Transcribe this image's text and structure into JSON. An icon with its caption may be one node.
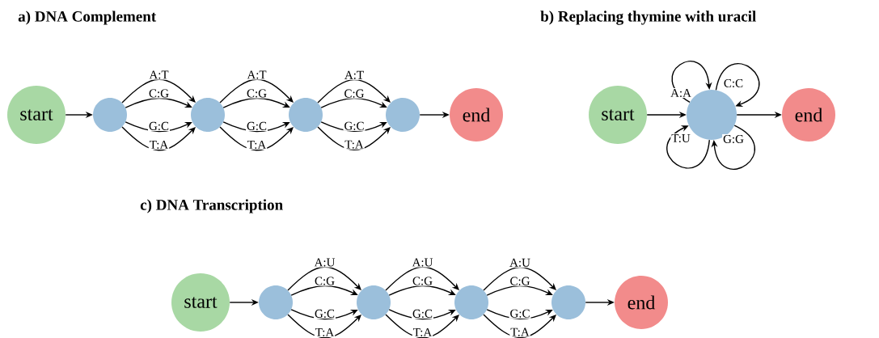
{
  "diagram": {
    "nodes": [
      {
        "text": [
          "start"
        ]
      },
      {
        "text": [],
        "shape": "circle"
      },
      {
        "text": [],
        "shape": "circle"
      },
      {
        "text": [],
        "shape": "circle"
      },
      {
        "text": [],
        "shape": "circle"
      },
      {
        "text": [
          "end"
        ]
      },
      {
        "text": [
          "start"
        ]
      },
      {
        "text": [],
        "shape": "circle"
      },
      {
        "text": [
          "end"
        ]
      },
      {
        "text": [
          "start"
        ]
      },
      {
        "text": [],
        "shape": "circle"
      },
      {
        "text": [],
        "shape": "circle"
      },
      {
        "text": [],
        "shape": "circle"
      },
      {
        "text": [],
        "shape": "circle"
      },
      {
        "text": [
          "end"
        ]
      }
    ],
    "edges": [
      {
        "from": 0,
        "to": 1,
        "arrow": "to"
      },
      {
        "from": 1,
        "to": 2,
        "arrow": "to",
        "label": "A:T"
      },
      {
        "from": 1,
        "to": 2,
        "arrow": "to",
        "label": "C:G"
      },
      {
        "from": 1,
        "to": 2,
        "arrow": "to",
        "label": "G:C"
      },
      {
        "from": 1,
        "to": 2,
        "arrow": "to",
        "label": "T:A"
      },
      {
        "from": 2,
        "to": 3,
        "arrow": "to",
        "label": "A:T"
      },
      {
        "from": 2,
        "to": 3,
        "arrow": "to",
        "label": "C:G"
      },
      {
        "from": 2,
        "to": 3,
        "arrow": "to",
        "label": "G:C"
      },
      {
        "from": 2,
        "to": 3,
        "arrow": "to",
        "label": "T:A"
      },
      {
        "from": 3,
        "to": 4,
        "arrow": "to",
        "label": "A:T"
      },
      {
        "from": 3,
        "to": 4,
        "arrow": "to",
        "label": "C:G"
      },
      {
        "from": 3,
        "to": 4,
        "arrow": "to",
        "label": "G:C"
      },
      {
        "from": 3,
        "to": 4,
        "arrow": "to",
        "label": "T:A"
      },
      {
        "from": 4,
        "to": 5,
        "arrow": "to"
      },
      {
        "from": 6,
        "to": 7,
        "arrow": "to"
      },
      {
        "from": 7,
        "to": 7,
        "arrow": "to",
        "label": "A:A"
      },
      {
        "from": 7,
        "to": 7,
        "arrow": "to",
        "label": "C:C"
      },
      {
        "from": 7,
        "to": 7,
        "arrow": "to",
        "label": "T:U"
      },
      {
        "from": 7,
        "to": 7,
        "arrow": "to",
        "label": "G:G"
      },
      {
        "from": 7,
        "to": 8,
        "arrow": "to"
      },
      {
        "from": 9,
        "to": 10,
        "arrow": "to"
      },
      {
        "from": 10,
        "to": 11,
        "arrow": "to",
        "label": "A:U"
      },
      {
        "from": 10,
        "to": 11,
        "arrow": "to",
        "label": "C:G"
      },
      {
        "from": 10,
        "to": 11,
        "arrow": "to",
        "label": "G:C"
      },
      {
        "from": 10,
        "to": 11,
        "arrow": "to",
        "label": "T:A"
      },
      {
        "from": 11,
        "to": 12,
        "arrow": "to",
        "label": "A:U"
      },
      {
        "from": 11,
        "to": 12,
        "arrow": "to",
        "label": "C:G"
      },
      {
        "from": 11,
        "to": 12,
        "arrow": "to",
        "label": "G:C"
      },
      {
        "from": 11,
        "to": 12,
        "arrow": "to",
        "label": "T:A"
      },
      {
        "from": 12,
        "to": 13,
        "arrow": "to",
        "label": "A:U"
      },
      {
        "from": 12,
        "to": 13,
        "arrow": "to",
        "label": "C:G"
      },
      {
        "from": 12,
        "to": 13,
        "arrow": "to",
        "label": "G:C"
      },
      {
        "from": 12,
        "to": 13,
        "arrow": "to",
        "label": "T:A"
      },
      {
        "from": 13,
        "to": 14,
        "arrow": "to"
      }
    ],
    "labels": [
      "a) DNA Complement",
      "b) Replacing thymine with uracil",
      "c) DNA Transcription"
    ]
  }
}
